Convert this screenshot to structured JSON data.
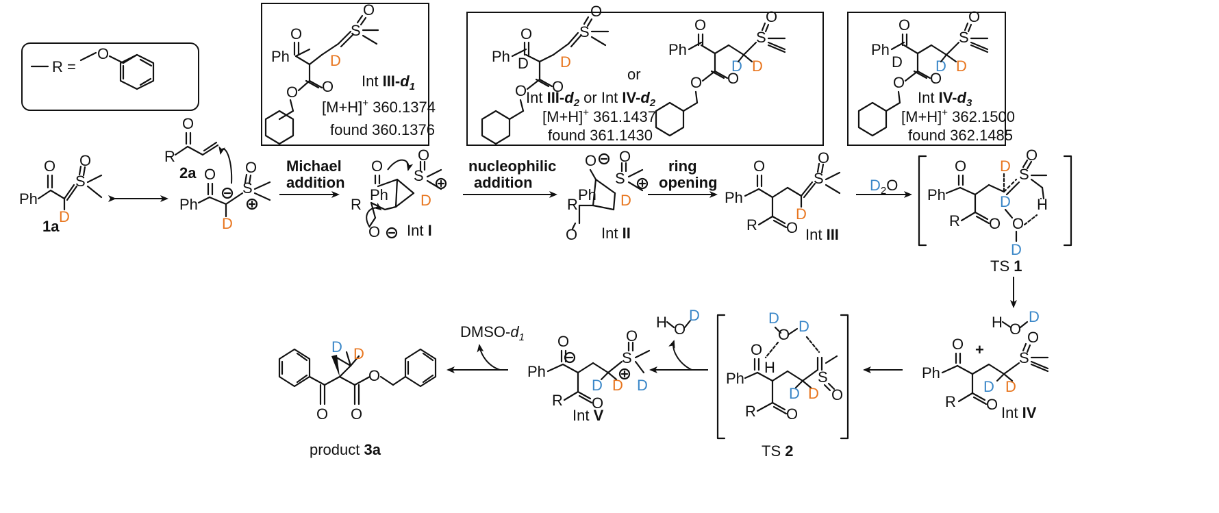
{
  "r_legend": {
    "r_eq": "R =",
    "o": "O"
  },
  "boxes": {
    "b1": {
      "label_prefix": "Int ",
      "label_bold": "III-",
      "label_italic": "d",
      "label_sub": "1",
      "mh": "[M+H]",
      "mh_sup": "+",
      "calc": " 360.1374",
      "found": "found 360.1376"
    },
    "b2": {
      "label_prefix": "Int ",
      "label_bold1": "III-",
      "label_italic1": "d",
      "label_sub1": "2",
      "label_mid": " or Int ",
      "label_bold2": "IV-",
      "label_italic2": "d",
      "label_sub2": "2",
      "or": "or",
      "mh": "[M+H]",
      "mh_sup": "+",
      "calc": " 361.1437",
      "found": "found 361.1430"
    },
    "b3": {
      "label_prefix": "Int ",
      "label_bold": "IV-",
      "label_italic": "d",
      "label_sub": "3",
      "mh": "[M+H]",
      "mh_sup": "+",
      "calc": " 362.1500",
      "found": "found 362.1485"
    }
  },
  "atoms": {
    "ph": "Ph",
    "o": "O",
    "s": "S",
    "d": "D",
    "r": "R",
    "h": "H"
  },
  "compounds": {
    "c1a": "1a",
    "c2a": "2a",
    "int1_prefix": "Int ",
    "int1": "I",
    "int2_prefix": "Int ",
    "int2": "II",
    "int3_prefix": "Int ",
    "int3": "III",
    "int4_prefix": "Int ",
    "int4": "IV",
    "int5_prefix": "Int ",
    "int5": "V",
    "ts1_prefix": "TS ",
    "ts1": "1",
    "ts2_prefix": "TS ",
    "ts2": "2",
    "product_prefix": "product ",
    "product": "3a"
  },
  "steps": {
    "michael_1": "Michael",
    "michael_2": "addition",
    "nucleo_1": "nucleophilic",
    "nucleo_2": "addition",
    "ring_1": "ring",
    "ring_2": "opening",
    "d2o_d": "D",
    "d2o_sub": "2",
    "d2o_o": "O",
    "dmso": "DMSO-",
    "dmso_d": "d",
    "dmso_sub": "1",
    "plus": "+"
  }
}
